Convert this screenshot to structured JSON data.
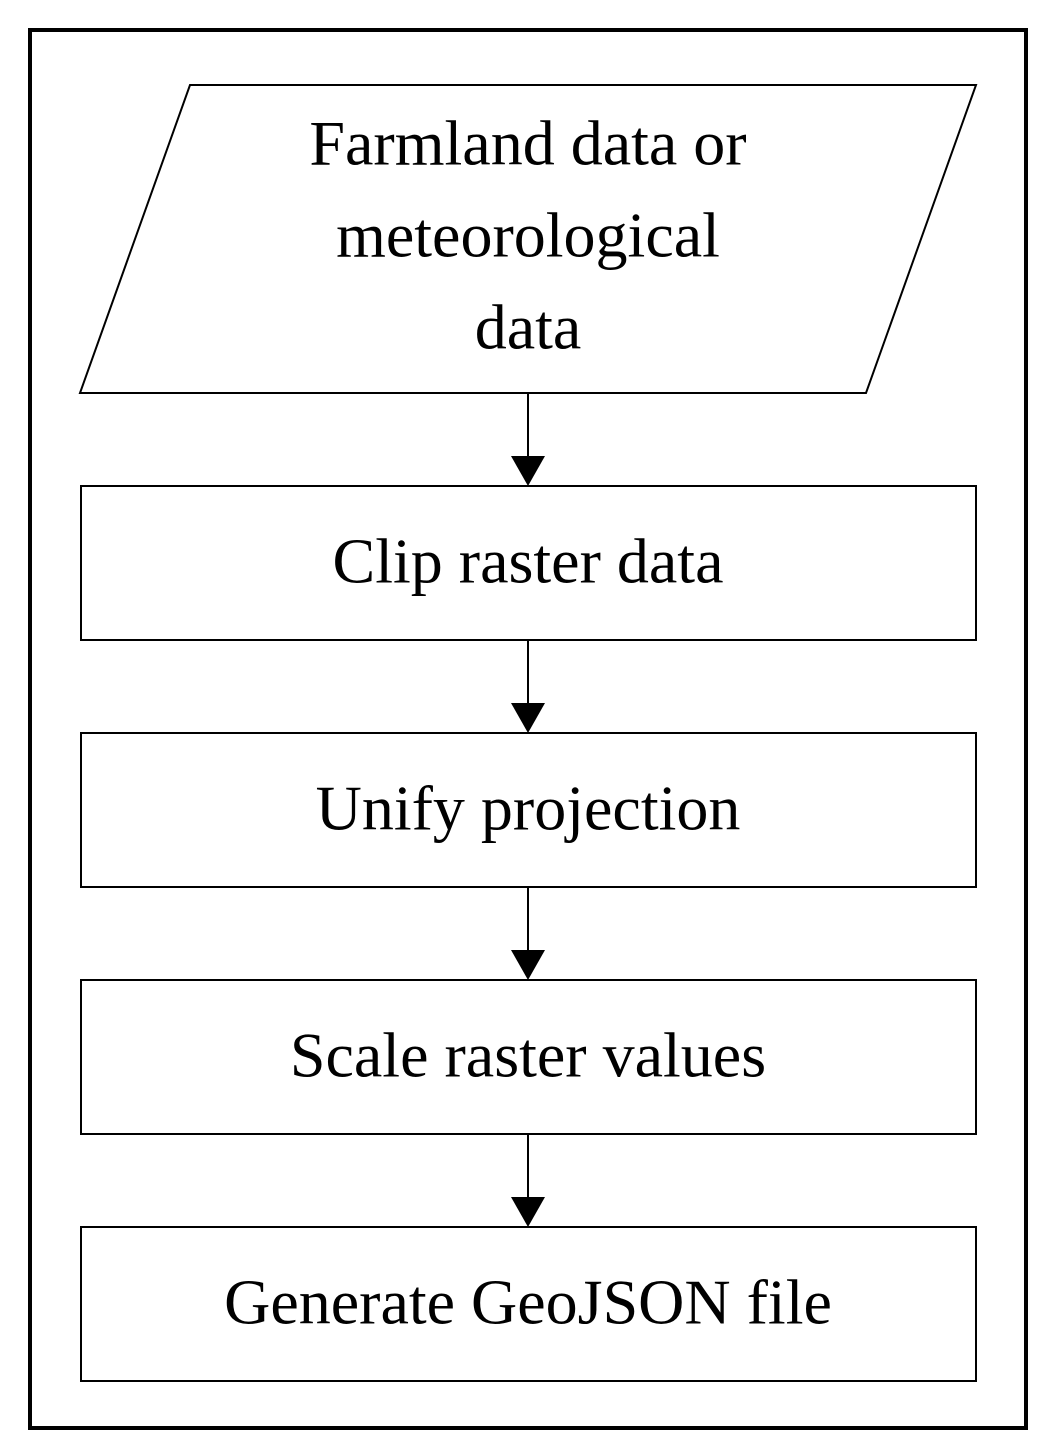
{
  "diagram": {
    "input": {
      "lines": [
        "Farmland data or",
        "meteorological",
        "data"
      ]
    },
    "steps": [
      "Clip raster data",
      "Unify projection",
      "Scale raster values",
      "Generate GeoJSON file"
    ]
  }
}
